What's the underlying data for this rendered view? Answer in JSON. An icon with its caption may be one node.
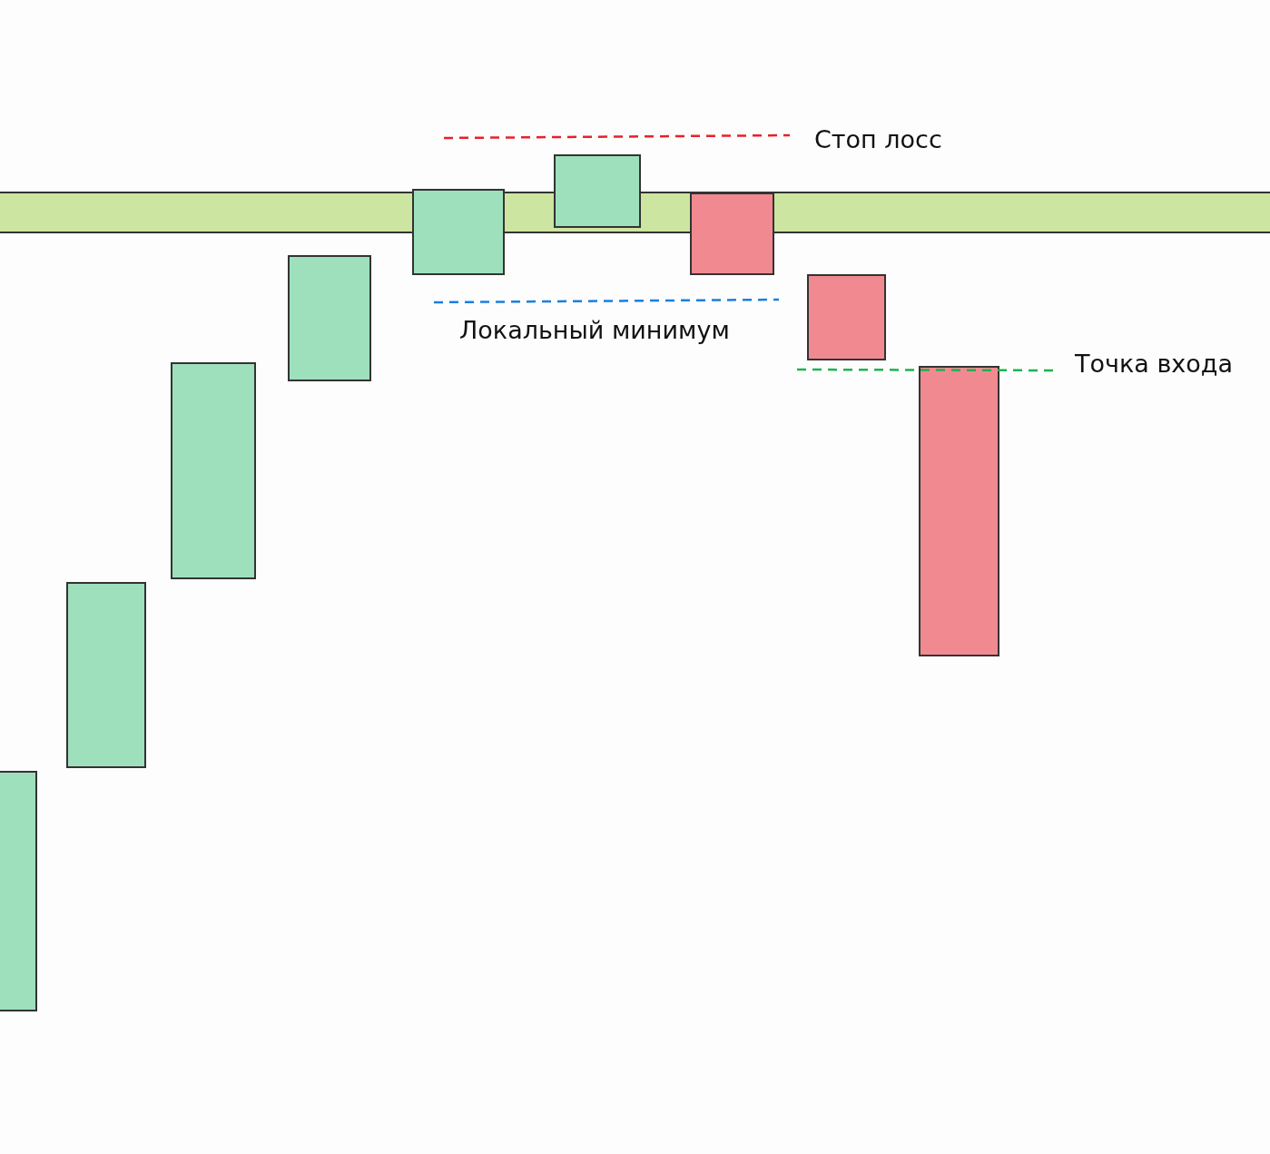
{
  "diagram": {
    "nodes": [
      {
        "text": [],
        "shape": "band"
      },
      {
        "text": [],
        "shape": "bar"
      },
      {
        "text": [],
        "shape": "bar"
      },
      {
        "text": [],
        "shape": "bar"
      },
      {
        "text": [],
        "shape": "bar"
      },
      {
        "text": [],
        "shape": "bar"
      },
      {
        "text": [],
        "shape": "bar"
      },
      {
        "text": [],
        "shape": "bar"
      },
      {
        "text": [],
        "shape": "bar"
      },
      {
        "text": [],
        "shape": "bar"
      }
    ],
    "labels": [
      "Стоп лосс",
      "Локальный минимум",
      "Точка входа"
    ]
  }
}
